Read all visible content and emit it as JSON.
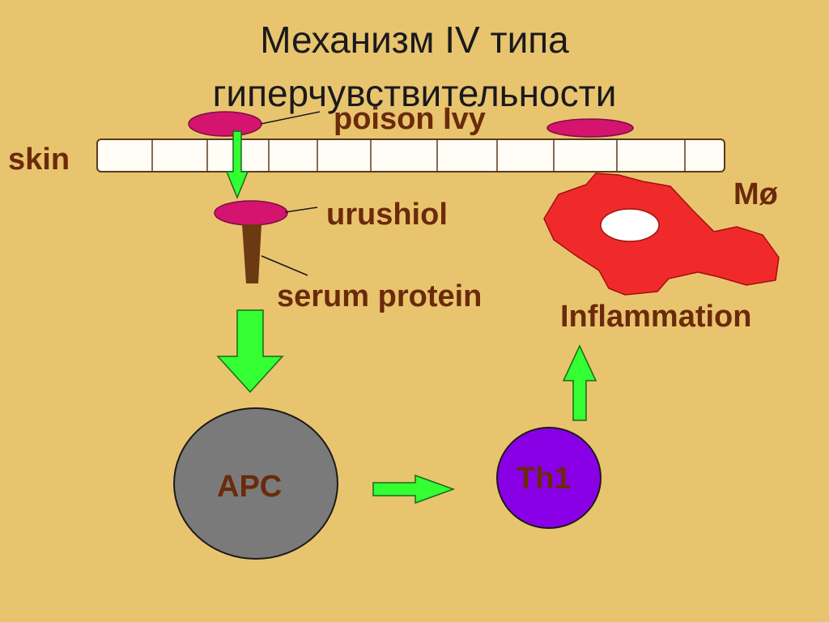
{
  "title": {
    "line1": "Механизм IV типа",
    "line2": "гиперчувствительности"
  },
  "labels": {
    "poison_ivy": "poison Ivy",
    "skin": "skin",
    "urushiol": "urushiol",
    "serum_protein": "serum protein",
    "macrophage": "Mø",
    "inflammation": "Inflammation",
    "apc": "APC",
    "th1": "Th1"
  },
  "colors": {
    "background": "#e9c46f",
    "label_text": "#6b2a0a",
    "molecule": "#d4146e",
    "arrow": "#33ff33",
    "apc_cell": "#7a7a7a",
    "th1_cell": "#8a00e6",
    "macrophage": "#f02a2a",
    "skin": "#fffdf5"
  }
}
